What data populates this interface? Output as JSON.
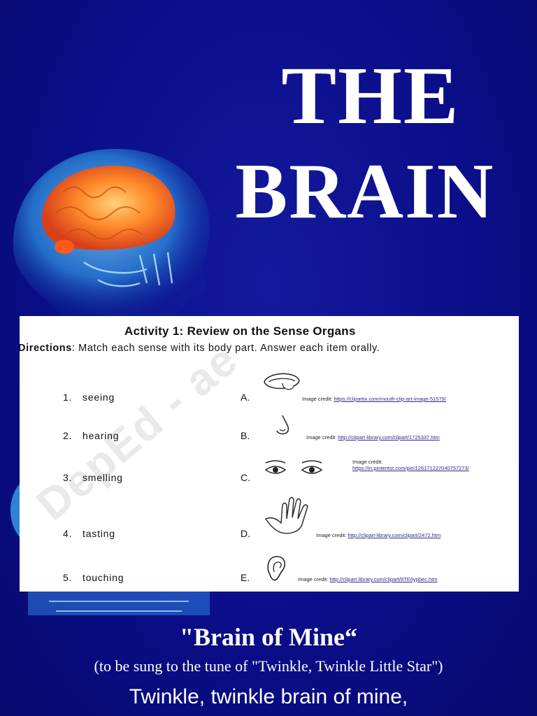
{
  "title": {
    "line1": "THE",
    "line2": "BRAIN"
  },
  "illustration": {
    "icon": "brain-xray-icon"
  },
  "worksheet": {
    "heading": "Activity 1:  Review on the Sense Organs",
    "directions_label": "Directions",
    "directions_text": ":  Match each sense with its body part.  Answer each item orally.",
    "watermark": "DepEd - ae",
    "items": [
      {
        "num": "1.",
        "label": "seeing"
      },
      {
        "num": "2.",
        "label": "hearing"
      },
      {
        "num": "3.",
        "label": "smelling"
      },
      {
        "num": "4.",
        "label": "tasting"
      },
      {
        "num": "5.",
        "label": "touching"
      }
    ],
    "options": [
      {
        "letter": "A.",
        "icon": "mouth-icon",
        "credit_label": "Image credit:",
        "credit_url": "https://clipartix.com/mouth-clip-art-image-51579/"
      },
      {
        "letter": "B.",
        "icon": "nose-icon",
        "credit_label": "Image credit:",
        "credit_url": "http://clipart-library.com/clipart/1725337.htm"
      },
      {
        "letter": "C.",
        "icon": "eyes-icon",
        "credit_label": "Image credit:",
        "credit_url": "https://in.pinterest.com/pin/126171227040757273/"
      },
      {
        "letter": "D.",
        "icon": "hand-icon",
        "credit_label": "Image credit:",
        "credit_url": "http://clipart-library.com/clipart/2472.htm"
      },
      {
        "letter": "E.",
        "icon": "ear-icon",
        "credit_label": "Image credit:",
        "credit_url": "http://clipart-library.com/clipart/8TE6ypbec.htm"
      }
    ]
  },
  "song": {
    "title": "\"Brain of Mine“",
    "subtitle": "(to be sung to the tune of \"Twinkle, Twinkle Little Star\")",
    "first_line": "Twinkle, twinkle brain of mine,"
  },
  "colors": {
    "background": "#0a0d86",
    "brain_glow": "#ff6a1a",
    "skull_blue": "#3fb6ff"
  }
}
